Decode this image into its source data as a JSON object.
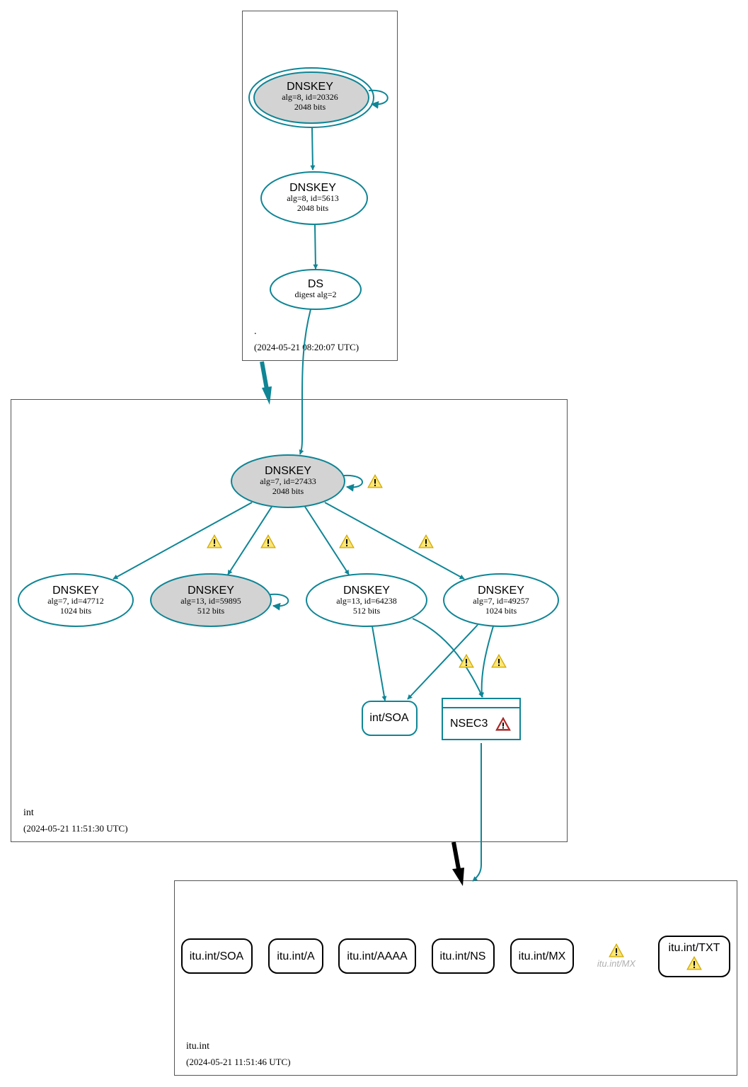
{
  "colors": {
    "edge": "#0f8595",
    "node_fill_sep": "#d3d3d3",
    "warning_fill": "#f4d03f",
    "error_fill": "#d32f2f",
    "zone_border": "#555555"
  },
  "zones": {
    "root": {
      "label": ".",
      "timestamp": "(2024-05-21 08:20:07 UTC)"
    },
    "int": {
      "label": "int",
      "timestamp": "(2024-05-21 11:51:30 UTC)"
    },
    "itu": {
      "label": "itu.int",
      "timestamp": "(2024-05-21 11:51:46 UTC)"
    }
  },
  "nodes": {
    "root_ksk": {
      "title": "DNSKEY",
      "line1": "alg=8, id=20326",
      "line2": "2048 bits"
    },
    "root_zsk": {
      "title": "DNSKEY",
      "line1": "alg=8, id=5613",
      "line2": "2048 bits"
    },
    "root_ds": {
      "title": "DS",
      "line1": "digest alg=2"
    },
    "int_ksk": {
      "title": "DNSKEY",
      "line1": "alg=7, id=27433",
      "line2": "2048 bits"
    },
    "int_k47712": {
      "title": "DNSKEY",
      "line1": "alg=7, id=47712",
      "line2": "1024 bits"
    },
    "int_k59895": {
      "title": "DNSKEY",
      "line1": "alg=13, id=59895",
      "line2": "512 bits"
    },
    "int_k64238": {
      "title": "DNSKEY",
      "line1": "alg=13, id=64238",
      "line2": "512 bits"
    },
    "int_k49257": {
      "title": "DNSKEY",
      "line1": "alg=7, id=49257",
      "line2": "1024 bits"
    },
    "int_soa": {
      "title": "int/SOA"
    },
    "int_nsec3": {
      "title": "NSEC3"
    }
  },
  "itu_records": [
    "itu.int/SOA",
    "itu.int/A",
    "itu.int/AAAA",
    "itu.int/NS",
    "itu.int/MX"
  ],
  "itu_ghost": "itu.int/MX",
  "itu_txt": "itu.int/TXT",
  "icons": {
    "warning": "warning-triangle-icon",
    "error": "error-triangle-icon"
  }
}
